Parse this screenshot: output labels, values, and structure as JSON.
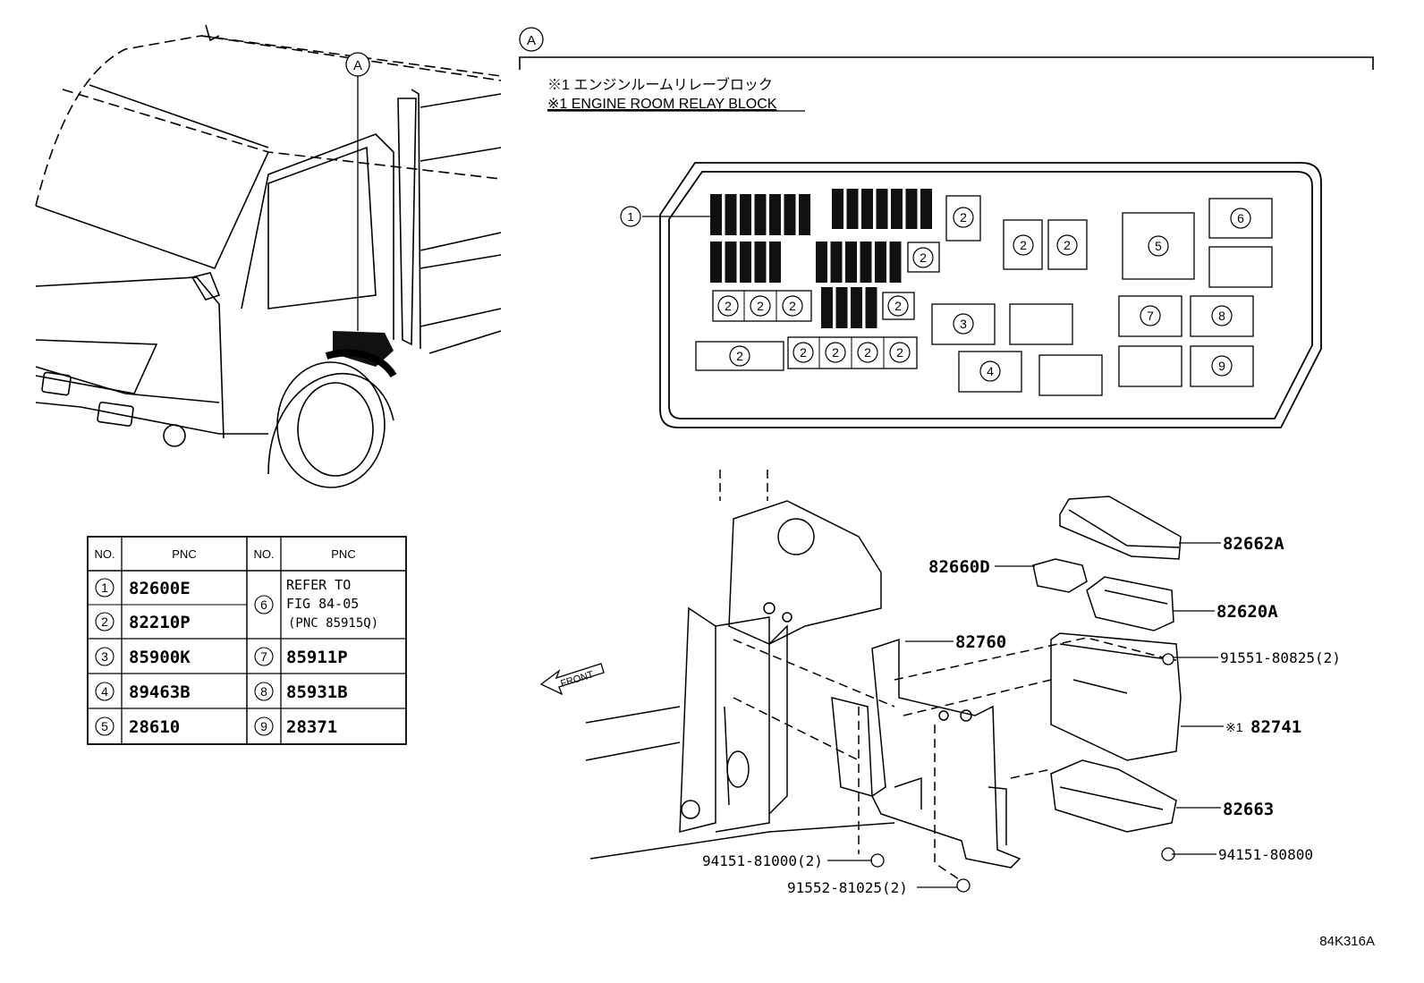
{
  "view_marker": "A",
  "header": {
    "note_jp": "※1 エンジンルームリレーブロック",
    "note_en": "※1 ENGINE ROOM RELAY BLOCK"
  },
  "relay_block": {
    "callout_1": "1",
    "slot_2": "2",
    "slot_3": "3",
    "slot_4": "4",
    "slot_5": "5",
    "slot_6": "6",
    "slot_7": "7",
    "slot_8": "8",
    "slot_9": "9"
  },
  "parts_table": {
    "headers": [
      "NO.",
      "PNC",
      "NO.",
      "PNC"
    ],
    "rows": [
      {
        "no": "1",
        "pnc": "82600E"
      },
      {
        "no": "2",
        "pnc": "82210P"
      },
      {
        "no": "3",
        "pnc": "85900K"
      },
      {
        "no": "4",
        "pnc": "89463B"
      },
      {
        "no": "5",
        "pnc": "28610"
      },
      {
        "no": "6",
        "pnc_lines": [
          "REFER TO",
          "FIG 84-05",
          "(PNC 85915Q)"
        ]
      },
      {
        "no": "7",
        "pnc": "85911P"
      },
      {
        "no": "8",
        "pnc": "85931B"
      },
      {
        "no": "9",
        "pnc": "28371"
      }
    ]
  },
  "part_labels": {
    "p82662A": "82662A",
    "p82660D": "82660D",
    "p82620A": "82620A",
    "p82760": "82760",
    "p91551": "91551-80825(2)",
    "p82741_prefix": "※1",
    "p82741": "82741",
    "p82663": "82663",
    "p94151_80800": "94151-80800",
    "p94151_81000": "94151-81000(2)",
    "p91552": "91552-81025(2)"
  },
  "front_label": "FRONT",
  "figure_code": "84K316A"
}
